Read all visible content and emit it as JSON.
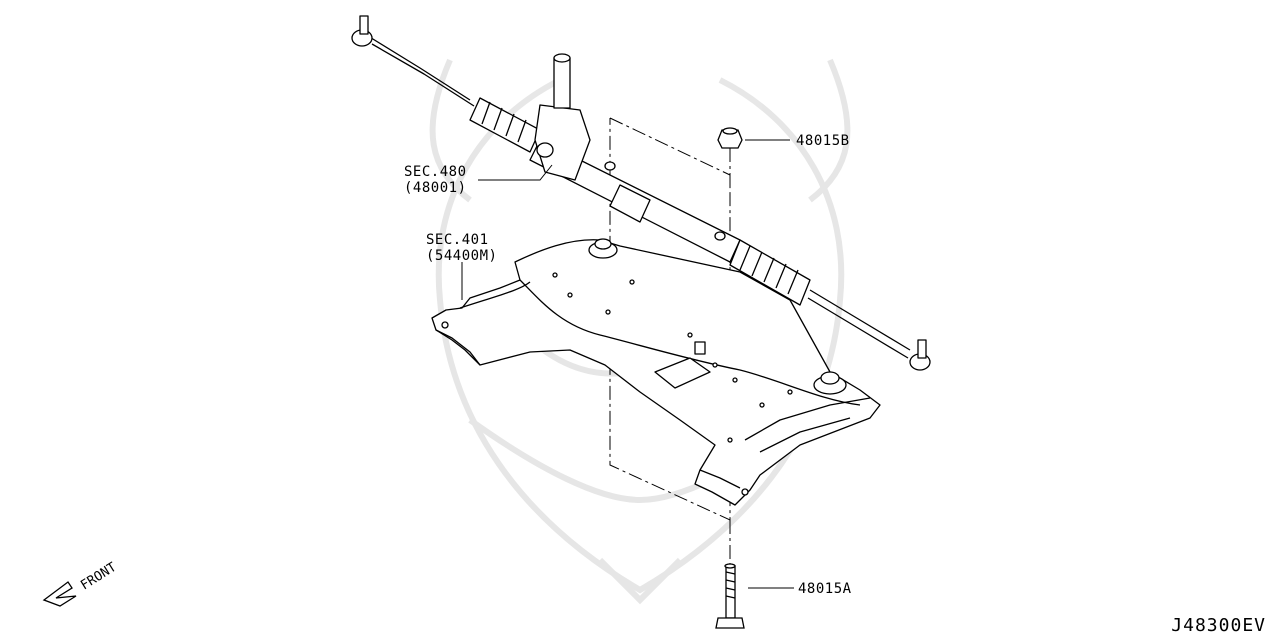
{
  "diagram": {
    "callouts": {
      "bolt": "48015A",
      "nut": "48015B",
      "gear_section": "SEC.480",
      "gear_part": "(48001)",
      "member_section": "SEC.401",
      "member_part": "(54400M)"
    },
    "direction_label": "FRONT",
    "figure_id": "J48300EV"
  }
}
